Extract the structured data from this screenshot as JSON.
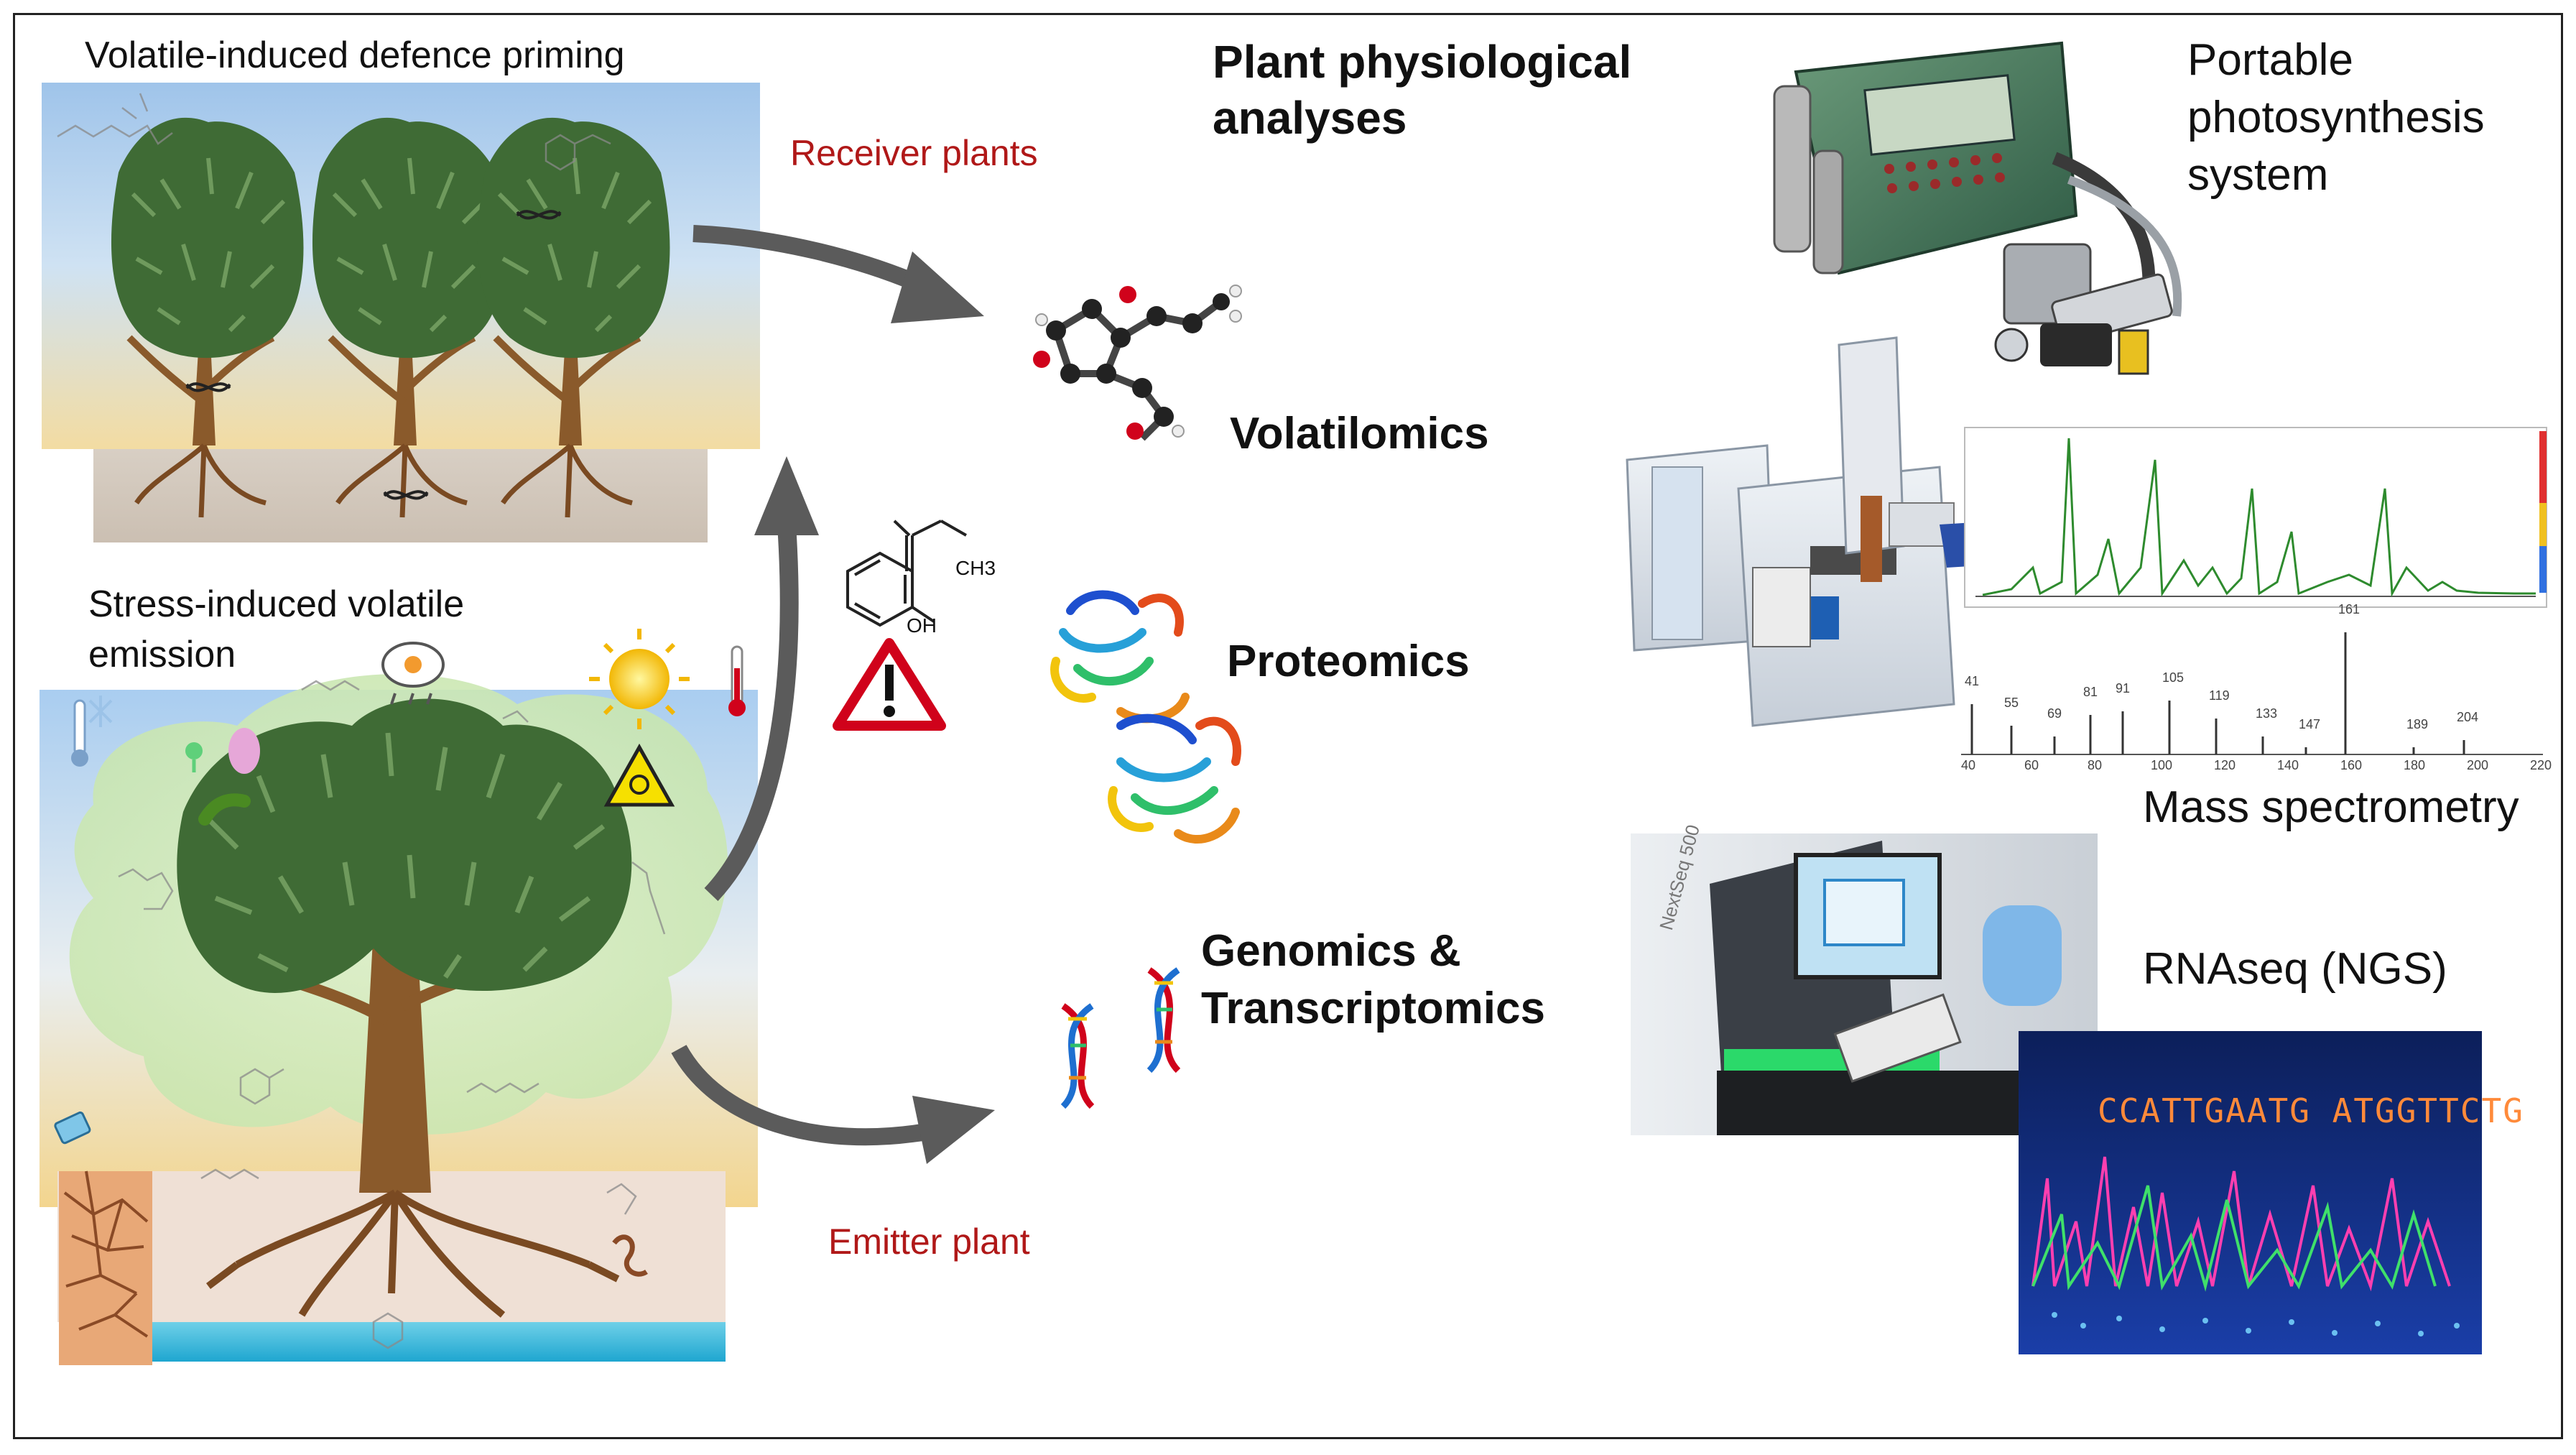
{
  "left_panel": {
    "top_title": "Volatile-induced  defence  priming",
    "bottom_title_line1": "Stress-induced  volatile",
    "bottom_title_line2": "emission",
    "receiver_label": "Receiver plants",
    "emitter_label": "Emitter plant",
    "ms_ch3": "CH3",
    "ms_oh": "OH"
  },
  "middle": {
    "heading_line1": "Plant physiological",
    "heading_line2": "analyses",
    "volatilomics": "Volatilomics",
    "proteomics": "Proteomics",
    "genomics_line1": "Genomics &",
    "genomics_line2": "Transcriptomics"
  },
  "right": {
    "photosynthesis_line1": "Portable",
    "photosynthesis_line2": "photosynthesis",
    "photosynthesis_line3": "system",
    "mass_spec": "Mass spectrometry",
    "rnaseq": "RNAseq (NGS)",
    "sequencer_label": "NextSeq 500",
    "dna_read": "CCATTGAATG ATGGTTCTG",
    "spectrum_peaks": [
      "41",
      "55",
      "69",
      "81",
      "91",
      "105",
      "119",
      "133",
      "147",
      "161",
      "189",
      "204"
    ],
    "spectrum_axis": [
      "40",
      "60",
      "80",
      "100",
      "120",
      "140",
      "160",
      "180",
      "200",
      "220"
    ]
  },
  "colors": {
    "leaf": "#3f6b35",
    "trunk": "#8a5a2b",
    "arrow": "#5b5b5b",
    "red_text": "#b01818",
    "sky": "#b8d4ee",
    "ground": "#e6d3a0"
  }
}
